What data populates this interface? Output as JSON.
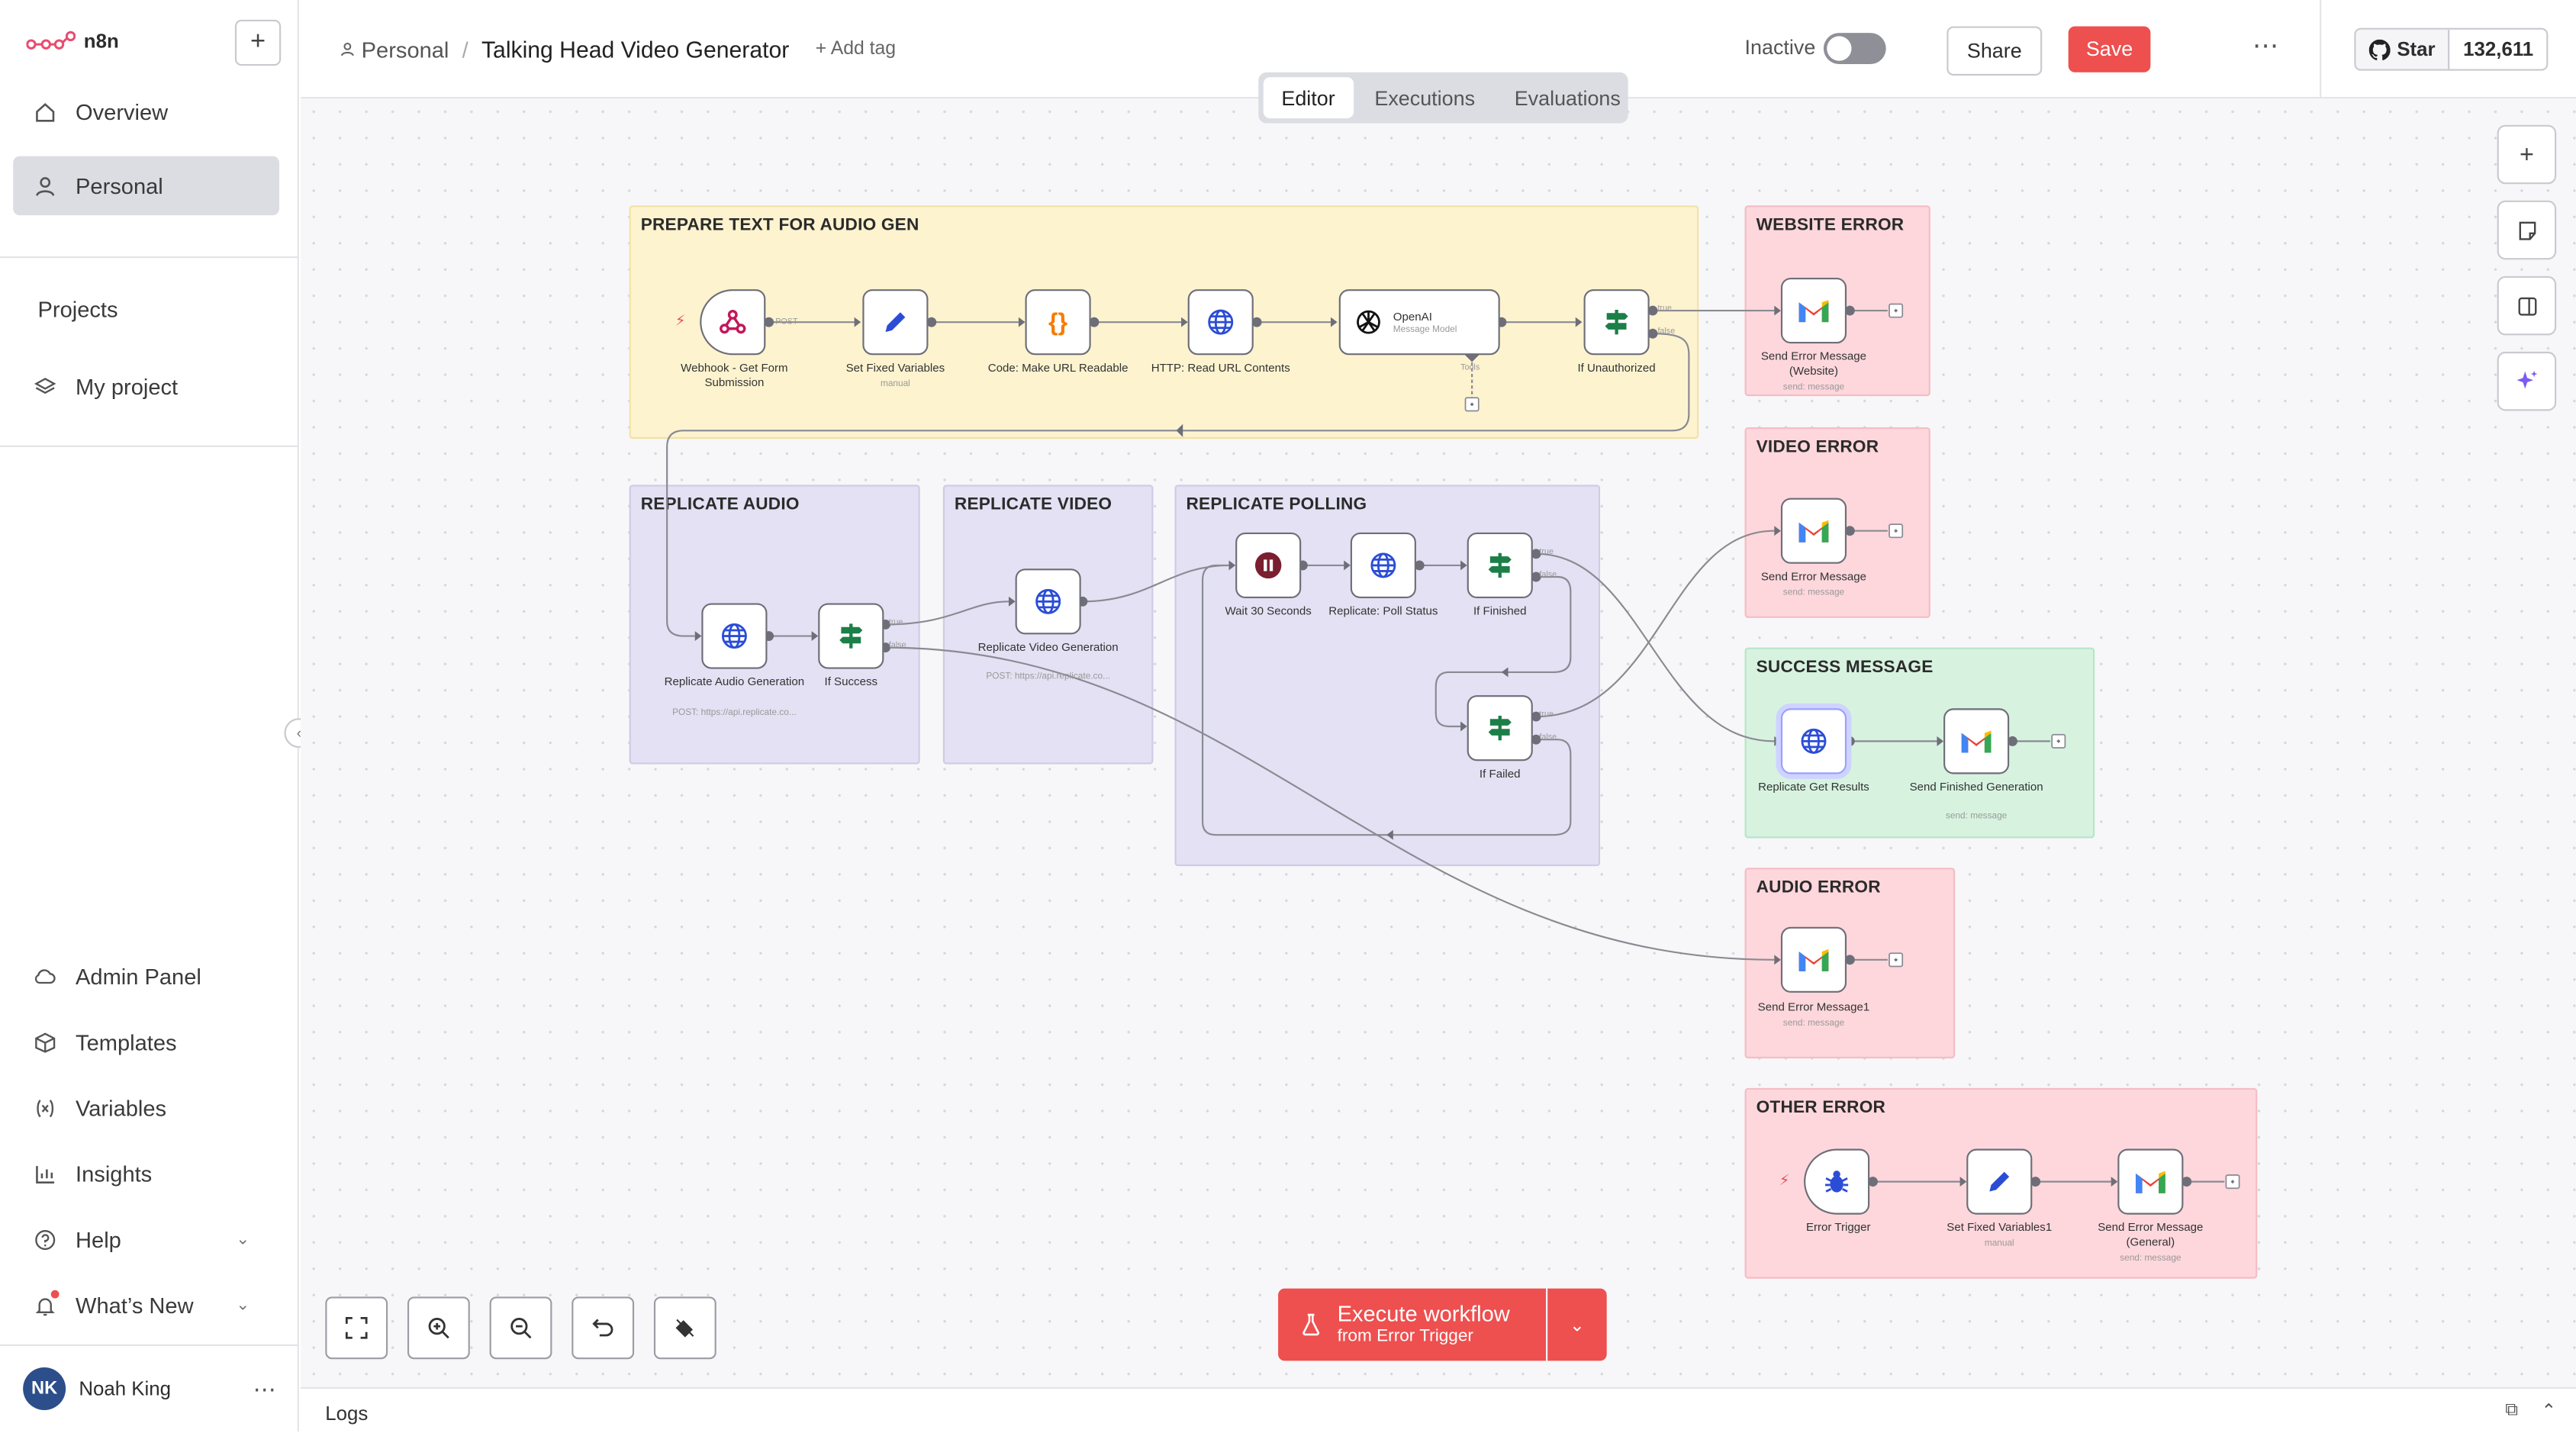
{
  "app": {
    "name": "n8n"
  },
  "sidebar": {
    "items": [
      {
        "label": "Overview"
      },
      {
        "label": "Personal"
      }
    ],
    "projects_title": "Projects",
    "project_items": [
      {
        "label": "My project"
      }
    ],
    "bottom_items": [
      {
        "label": "Admin Panel"
      },
      {
        "label": "Templates"
      },
      {
        "label": "Variables"
      },
      {
        "label": "Insights"
      },
      {
        "label": "Help"
      },
      {
        "label": "What’s New"
      }
    ],
    "user": {
      "initials": "NK",
      "name": "Noah King"
    }
  },
  "header": {
    "breadcrumb_project": "Personal",
    "breadcrumb_sep": "/",
    "workflow_title": "Talking Head Video Generator",
    "add_tag": "+ Add tag",
    "status_label": "Inactive",
    "share_label": "Share",
    "save_label": "Save",
    "github_star": "Star",
    "github_count": "132,611"
  },
  "tabs": [
    {
      "label": "Editor"
    },
    {
      "label": "Executions"
    },
    {
      "label": "Evaluations"
    }
  ],
  "stickies": [
    {
      "title": "PREPARE TEXT FOR AUDIO GEN",
      "color": "#fdf3cf"
    },
    {
      "title": "WEBSITE ERROR",
      "color": "#fdd7dc"
    },
    {
      "title": "VIDEO ERROR",
      "color": "#fdd7dc"
    },
    {
      "title": "REPLICATE AUDIO",
      "color": "#e3e1f3"
    },
    {
      "title": "REPLICATE VIDEO",
      "color": "#e3e1f3"
    },
    {
      "title": "REPLICATE POLLING",
      "color": "#e3e1f3"
    },
    {
      "title": "SUCCESS MESSAGE",
      "color": "#d7f3e0"
    },
    {
      "title": "AUDIO ERROR",
      "color": "#fdd7dc"
    },
    {
      "title": "OTHER ERROR",
      "color": "#fdd7dc"
    }
  ],
  "nodes": {
    "webhook": {
      "label": "Webhook - Get Form Submission",
      "badge": "POST"
    },
    "set_fixed": {
      "label": "Set Fixed Variables",
      "sub": "manual"
    },
    "code": {
      "label": "Code: Make URL Readable"
    },
    "http_read": {
      "label": "HTTP: Read URL Contents"
    },
    "openai": {
      "title": "OpenAI",
      "sub": "Message Model",
      "port": "Tools"
    },
    "if_unauth": {
      "label": "If Unauthorized",
      "true": "true",
      "false": "false"
    },
    "send_website": {
      "label": "Send Error Message (Website)",
      "sub": "send: message"
    },
    "send_video": {
      "label": "Send Error Message",
      "sub": "send: message"
    },
    "rep_audio": {
      "label": "Replicate Audio Generation",
      "sub": "POST: https://api.replicate.co..."
    },
    "if_success": {
      "label": "If Success",
      "true": "true",
      "false": "false"
    },
    "rep_video": {
      "label": "Replicate Video Generation",
      "sub": "POST: https://api.replicate.co..."
    },
    "wait": {
      "label": "Wait 30 Seconds"
    },
    "poll": {
      "label": "Replicate: Poll Status"
    },
    "if_finished": {
      "label": "If Finished",
      "true": "true",
      "false": "false"
    },
    "if_failed": {
      "label": "If Failed",
      "true": "true",
      "false": "false"
    },
    "get_results": {
      "label": "Replicate Get Results"
    },
    "send_finished": {
      "label": "Send Finished Generation",
      "sub": "send: message"
    },
    "send_audio": {
      "label": "Send Error Message1",
      "sub": "send: message"
    },
    "error_trigger": {
      "label": "Error Trigger"
    },
    "set_fixed1": {
      "label": "Set Fixed Variables1",
      "sub": "manual"
    },
    "send_general": {
      "label": "Send Error Message (General)",
      "sub": "send: message"
    }
  },
  "execute": {
    "line1": "Execute workflow",
    "line2": "from Error Trigger"
  },
  "logs": {
    "label": "Logs"
  },
  "colors": {
    "accent": "#ee4f4f",
    "connection": "#8a8a93"
  }
}
